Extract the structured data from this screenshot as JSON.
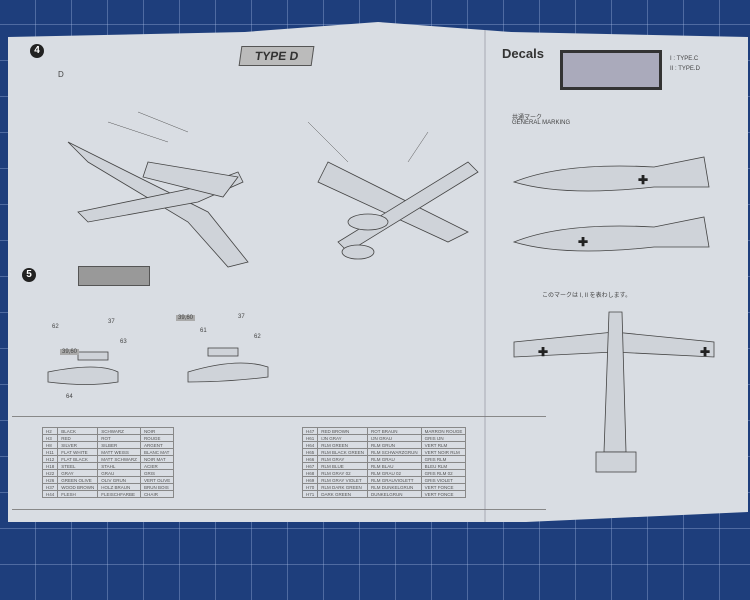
{
  "step4": {
    "number": "4",
    "type_label": "TYPE D",
    "sub": "D"
  },
  "step5": {
    "number": "5"
  },
  "decals": {
    "title": "Decals",
    "legend": [
      {
        "key": "I",
        "label": "TYPE.C"
      },
      {
        "key": "II",
        "label": "TYPE.D"
      }
    ],
    "general_jp": "共通マーク",
    "general_en": "GENERAL MARKING",
    "note_jp": "このマークは I, II を表わします。"
  },
  "callouts": {
    "left": [
      "62",
      "37",
      "63",
      "39,60",
      "64"
    ],
    "right": [
      "61",
      "37",
      "62",
      "39,60"
    ]
  },
  "paint_table_left": [
    [
      "H2",
      "BLACK",
      "SCHWARZ",
      "NOIR"
    ],
    [
      "H3",
      "RED",
      "ROT",
      "ROUGE"
    ],
    [
      "H8",
      "SILVER",
      "SILBER",
      "ARGENT"
    ],
    [
      "H11",
      "FLAT WHITE",
      "MATT WEISS",
      "BLANC MAT"
    ],
    [
      "H12",
      "FLAT BLACK",
      "MATT SCHWARZ",
      "NOIR MAT"
    ],
    [
      "H18",
      "STEEL",
      "STAHL",
      "ACIER"
    ],
    [
      "H22",
      "GRAY",
      "GRAU",
      "GRIS"
    ],
    [
      "H26",
      "GREEN OLIVE",
      "OLIV GRUN",
      "VERT OLIVE"
    ],
    [
      "H37",
      "WOOD BROWN",
      "HOLZ BRAUN",
      "BRUN BOIS"
    ],
    [
      "H44",
      "FLESH",
      "FLEISCHFARBE",
      "CHAIR"
    ]
  ],
  "paint_table_right": [
    [
      "H47",
      "RED BROWN",
      "ROT BRAUN",
      "MARRON ROUGE"
    ],
    [
      "H61",
      "IJN GRAY",
      "IJN GRAU",
      "GRIS IJN"
    ],
    [
      "H64",
      "RLM GREEN",
      "RLM GRUN",
      "VERT RLM"
    ],
    [
      "H65",
      "RLM BLACK GREEN",
      "RLM SCHWARZGRUN",
      "VERT NOIR RLM"
    ],
    [
      "H66",
      "RLM GRAY",
      "RLM GRAU",
      "GRIS RLM"
    ],
    [
      "H67",
      "RLM BLUE",
      "RLM BLAU",
      "BLEU RLM"
    ],
    [
      "H68",
      "RLM GRAY 02",
      "RLM GRAU 02",
      "GRIS RLM 02"
    ],
    [
      "H69",
      "RLM GRAY VIOLET",
      "RLM GRAUVIOLETT",
      "GRIS VIOLET"
    ],
    [
      "H70",
      "RLM DARK GREEN",
      "RLM DUNKELGRUN",
      "VERT FONCE"
    ],
    [
      "H71",
      "DARK GREEN",
      "DUNKELGRUN",
      "VERT FONCE"
    ]
  ]
}
